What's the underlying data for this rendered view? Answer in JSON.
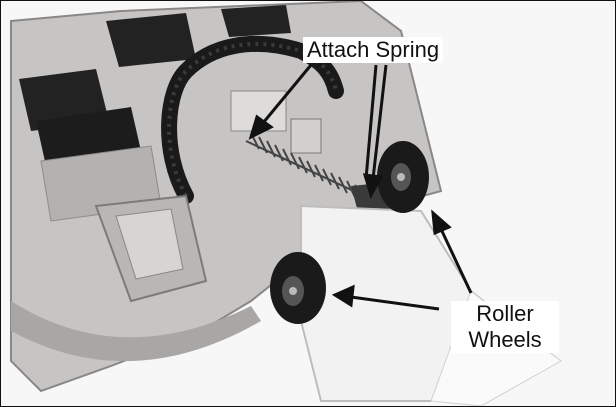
{
  "callouts": {
    "attach_spring": "Attach Spring",
    "roller_wheels_line1": "Roller",
    "roller_wheels_line2": "Wheels"
  },
  "colors": {
    "deck": "#c7c5c3",
    "deck_shadow": "#9e9c9a",
    "pad": "#1f1f1f",
    "chute": "#f2f2f2",
    "wheel": "#1a1a1a",
    "arrow": "#111111"
  }
}
